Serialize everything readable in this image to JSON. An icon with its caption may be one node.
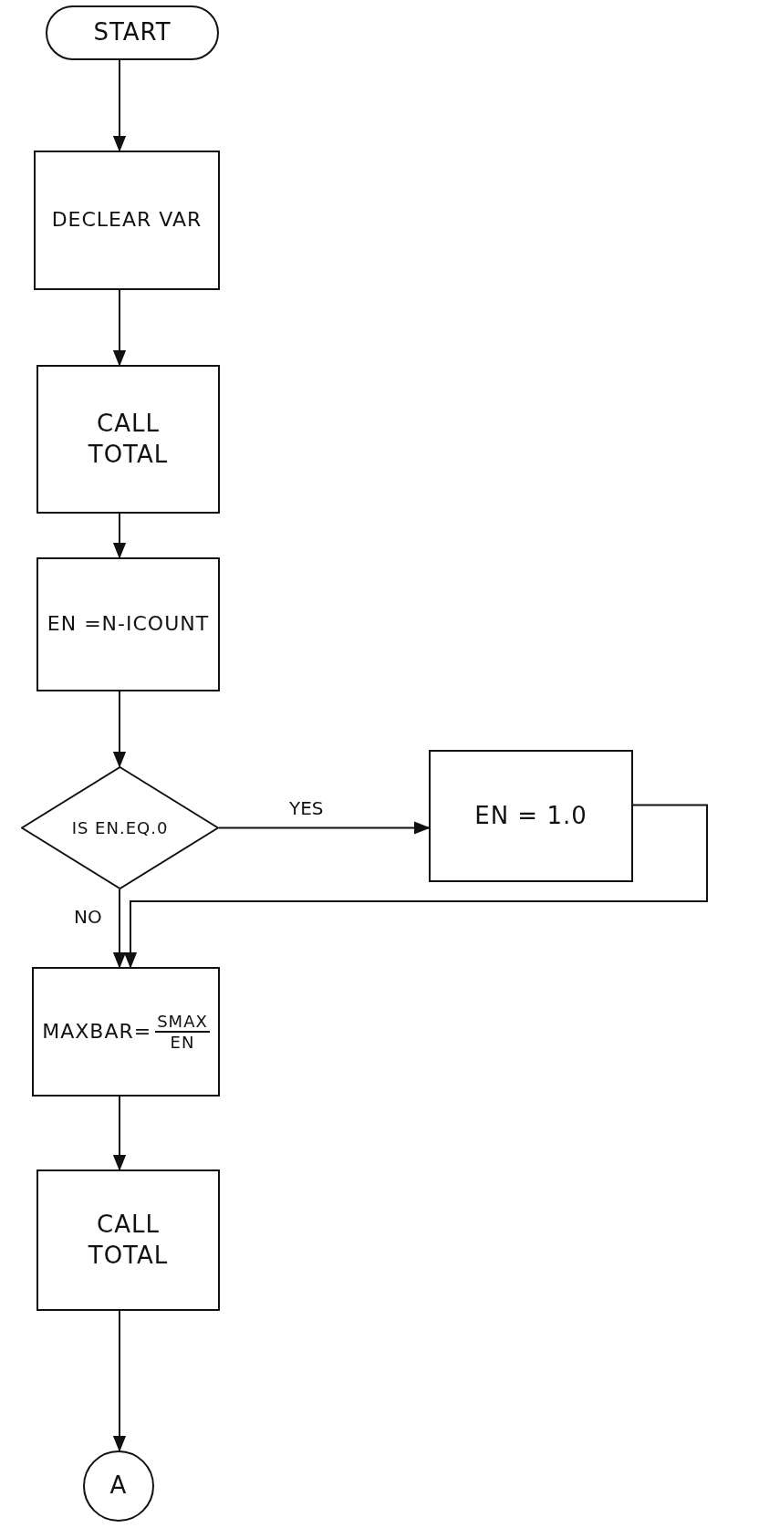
{
  "diagram": {
    "nodes": [
      {
        "text": [
          "START"
        ]
      },
      {
        "text": [
          "DECLEAR VAR"
        ]
      },
      {
        "text": [
          "CALL TOTAL"
        ]
      },
      {
        "text": [
          "EN =N-ICOUNT"
        ]
      },
      {
        "text": [
          "IS EN.EQ.0"
        ]
      },
      {
        "text": [
          "EN = 1.0"
        ]
      },
      {
        "text": [
          "MAXBAR=",
          "SMAX",
          "EN"
        ]
      },
      {
        "text": [
          "CALL TOTAL"
        ]
      },
      {
        "text": [
          "A"
        ]
      }
    ],
    "edges": [
      {
        "from": 0,
        "to": 1,
        "arrow": "to"
      },
      {
        "from": 1,
        "to": 2,
        "arrow": "to"
      },
      {
        "from": 2,
        "to": 3,
        "arrow": "to"
      },
      {
        "from": 3,
        "to": 4,
        "arrow": "to"
      },
      {
        "from": 4,
        "to": 5,
        "arrow": "to",
        "label": "YES"
      },
      {
        "from": 4,
        "to": 6,
        "arrow": "to",
        "label": "NO"
      },
      {
        "from": 5,
        "to": 6,
        "arrow": "to"
      },
      {
        "from": 6,
        "to": 7,
        "arrow": "to"
      },
      {
        "from": 7,
        "to": 8,
        "arrow": "to"
      }
    ]
  }
}
